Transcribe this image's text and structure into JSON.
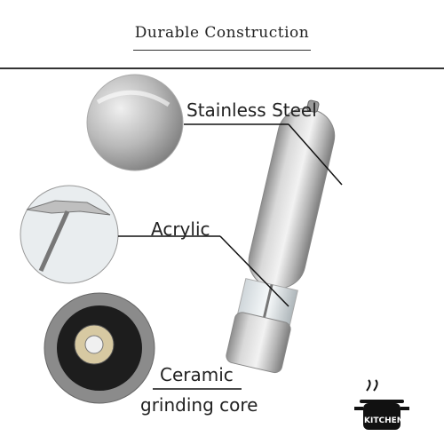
{
  "title": "Durable Construction",
  "labels": {
    "stainless": "Stainless Steel",
    "acrylic": "Acrylic",
    "ceramic_line1": "Ceramic",
    "ceramic_line2": "grinding core"
  },
  "logo": {
    "text": "KITCHEN",
    "icon": "cooking-pot-icon"
  }
}
